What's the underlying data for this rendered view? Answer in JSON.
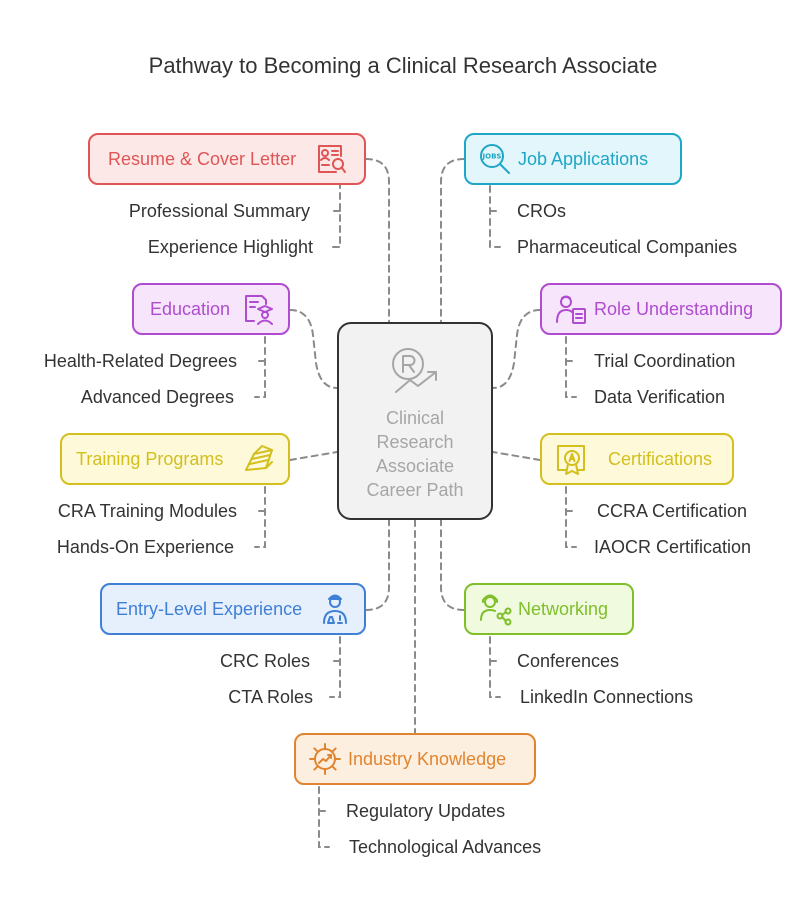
{
  "title": "Pathway to Becoming a Clinical Research Associate",
  "center": {
    "lines": [
      "Clinical",
      "Research",
      "Associate",
      "Career Path"
    ],
    "icon": "registered-growth-icon"
  },
  "nodes": [
    {
      "id": "resume",
      "label": "Resume & Cover Letter",
      "icon": "resume-search-icon",
      "color": "#e05555",
      "fill": "#fde8e8",
      "items": [
        "Professional Summary",
        "Experience Highlight"
      ]
    },
    {
      "id": "jobs",
      "label": "Job Applications",
      "icon": "jobs-search-icon",
      "color": "#1fa6c6",
      "fill": "#e3f6fb",
      "items": [
        "CROs",
        "Pharmaceutical Companies"
      ]
    },
    {
      "id": "education",
      "label": "Education",
      "icon": "graduate-icon",
      "color": "#b04ccf",
      "fill": "#f7e6fb",
      "items": [
        "Health-Related Degrees",
        "Advanced Degrees"
      ]
    },
    {
      "id": "role",
      "label": "Role Understanding",
      "icon": "person-document-icon",
      "color": "#b04ccf",
      "fill": "#f7e6fb",
      "items": [
        "Trial Coordination",
        "Data Verification"
      ]
    },
    {
      "id": "training",
      "label": "Training Programs",
      "icon": "books-icon",
      "color": "#d3bf1e",
      "fill": "#fdf9d9",
      "items": [
        "CRA Training Modules",
        "Hands-On Experience"
      ]
    },
    {
      "id": "cert",
      "label": "Certifications",
      "icon": "certificate-icon",
      "color": "#d3bf1e",
      "fill": "#fdf9d9",
      "items": [
        "CCRA Certification",
        "IAOCR Certification"
      ]
    },
    {
      "id": "entry",
      "label": "Entry-Level Experience",
      "icon": "lab-worker-icon",
      "color": "#3f7fd6",
      "fill": "#e6f0fc",
      "items": [
        "CRC Roles",
        "CTA Roles"
      ]
    },
    {
      "id": "network",
      "label": "Networking",
      "icon": "network-person-icon",
      "color": "#7fbf2a",
      "fill": "#f0fadf",
      "items": [
        "Conferences",
        "LinkedIn Connections"
      ]
    },
    {
      "id": "industry",
      "label": "Industry Knowledge",
      "icon": "gear-growth-icon",
      "color": "#e0852f",
      "fill": "#fdefe0",
      "items": [
        "Regulatory Updates",
        "Technological Advances"
      ]
    }
  ]
}
